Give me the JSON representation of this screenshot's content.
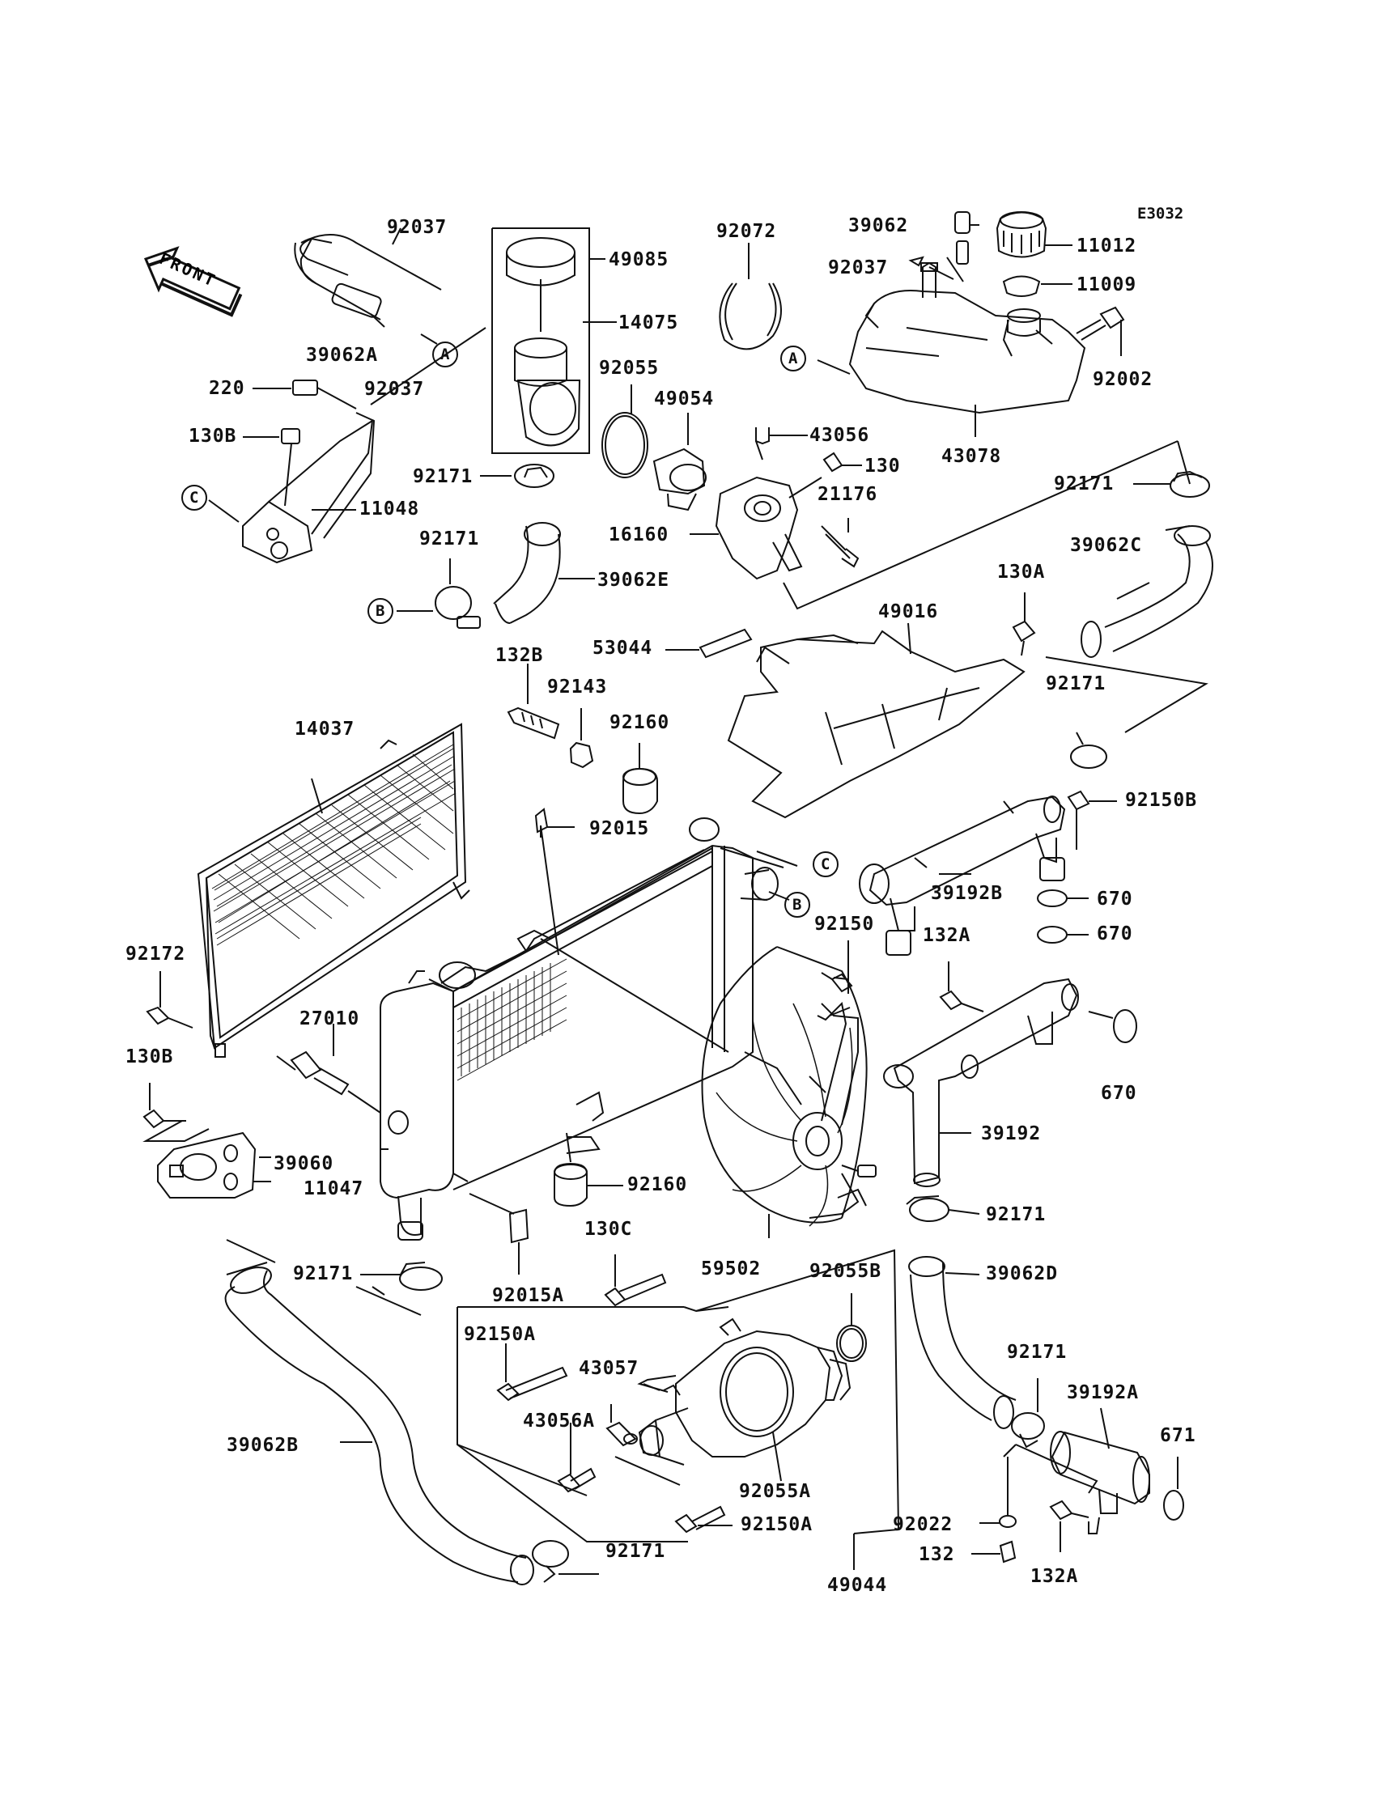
{
  "diagram_code": "E3032",
  "front_label": "FRONT",
  "callouts": {
    "A1": "A",
    "A2": "A",
    "B1": "B",
    "B2": "B",
    "C1": "C",
    "C2": "C"
  },
  "labels": {
    "p92037_top": "92037",
    "p49085": "49085",
    "p14075": "14075",
    "p39062A": "39062A",
    "p92037_mid": "92037",
    "p220": "220",
    "p130B_top": "130B",
    "p11048": "11048",
    "p92171_a": "92171",
    "p92171_b": "92171",
    "p39062E": "39062E",
    "p92055": "92055",
    "p49054": "49054",
    "p92072": "92072",
    "p39062": "39062",
    "p92037_right": "92037",
    "p11012": "11012",
    "p11009": "11009",
    "p92002": "92002",
    "p43078": "43078",
    "p43056": "43056",
    "p130": "130",
    "p21176": "21176",
    "p16160": "16160",
    "p92171_c": "92171",
    "p39062C": "39062C",
    "p130A": "130A",
    "p53044": "53044",
    "p49016": "49016",
    "p132B": "132B",
    "p92143": "92143",
    "p92160_top": "92160",
    "p14037": "14037",
    "p92015": "92015",
    "p92171_d": "92171",
    "p92150B": "92150B",
    "p39192B": "39192B",
    "p670_a": "670",
    "p670_b": "670",
    "p92150": "92150",
    "p132A_top": "132A",
    "p92172": "92172",
    "p27010": "27010",
    "p130B_left": "130B",
    "p670_c": "670",
    "p39192": "39192",
    "p39060": "39060",
    "p11047": "11047",
    "p92160_bot": "92160",
    "p92171_e": "92171",
    "p130C": "130C",
    "p59502": "59502",
    "p92055B": "92055B",
    "p39062D": "39062D",
    "p92171_f": "92171",
    "p92015A": "92015A",
    "p92150A_top": "92150A",
    "p43057": "43057",
    "p92171_g": "92171",
    "p39192A": "39192A",
    "p43056A": "43056A",
    "p671": "671",
    "p39062B": "39062B",
    "p92055A": "92055A",
    "p92150A_bot": "92150A",
    "p92022": "92022",
    "p132": "132",
    "p92171_h": "92171",
    "p132A_bot": "132A",
    "p49044": "49044"
  }
}
